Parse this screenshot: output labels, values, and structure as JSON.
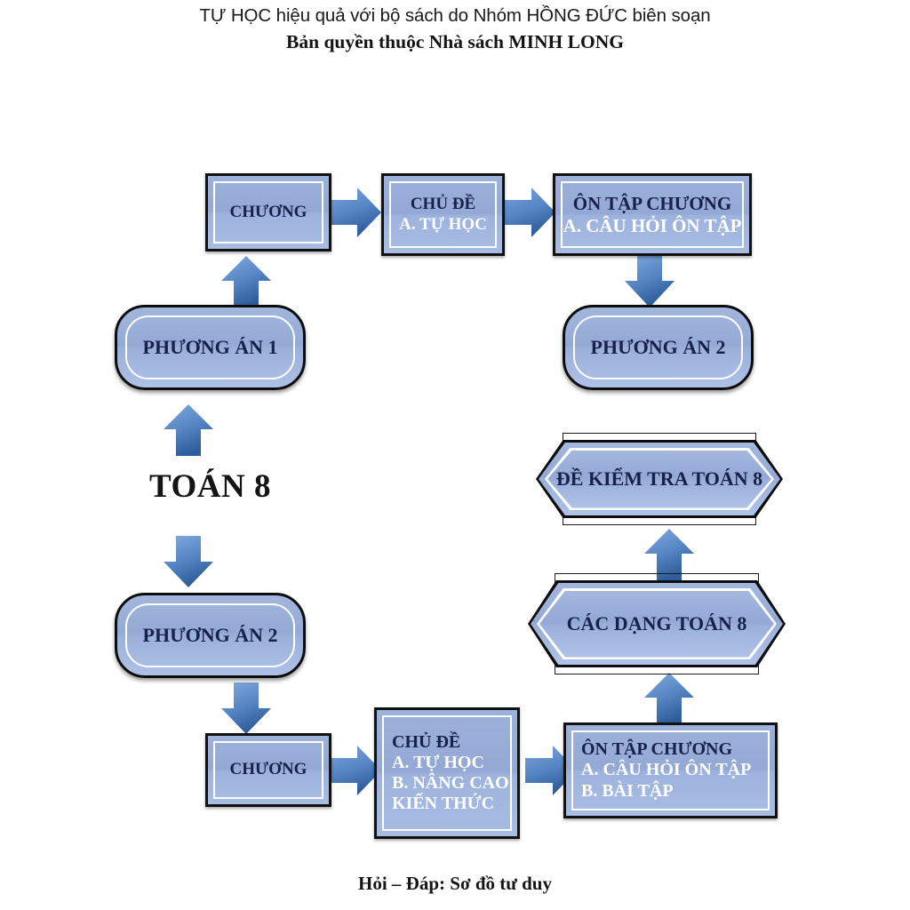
{
  "header": {
    "line1": "TỰ HỌC hiệu quả với bộ sách do Nhóm HỒNG ĐỨC biên soạn",
    "line2": "Bản quyền thuộc Nhà sách MINH LONG"
  },
  "caption": "Hỏi – Đáp: Sơ đồ tư duy",
  "center": {
    "label": "TOÁN 8"
  },
  "colors": {
    "node_fill": "#97add9",
    "node_border": "#0d0d0d",
    "node_inner_border": "#ffffff",
    "text_dark": "#17224a",
    "text_light": "#ffffff",
    "arrow_light": "#6f9ad4",
    "arrow_dark": "#33639f",
    "page_background": "#ffffff"
  },
  "nodes": {
    "chuong_top": {
      "label": "CHƯƠNG"
    },
    "chude_top": {
      "line1": "CHỦ ĐỀ",
      "line2": "A. TỰ HỌC"
    },
    "ontap_top": {
      "line1": "ÔN TẬP CHƯƠNG",
      "line2": "A. CÂU HỎI ÔN TẬP"
    },
    "phuongan_left": {
      "label": "PHƯƠNG ÁN 1"
    },
    "phuongan_right": {
      "label": "PHƯƠNG ÁN 2"
    },
    "phuongan_bottom_left": {
      "label": "PHƯƠNG ÁN 2"
    },
    "de_kiem_tra": {
      "label": "ĐỀ KIỂM TRA TOÁN 8"
    },
    "cac_dang": {
      "label": "CÁC DẠNG TOÁN 8"
    },
    "chuong_bottom": {
      "label": "CHƯƠNG"
    },
    "chude_bottom": {
      "line1": "CHỦ ĐỀ",
      "line2": "A. TỰ HỌC",
      "line3": "B. NÂNG CAO",
      "line4": "KIẾN THỨC"
    },
    "ontap_bottom": {
      "line1": "ÔN TẬP CHƯƠNG",
      "line2": "A. CÂU HỎI ÔN TẬP",
      "line3": "B. BÀI TẬP"
    }
  },
  "arrows": {
    "a1": {
      "direction": "right",
      "from": "chuong_top",
      "to": "chude_top"
    },
    "a2": {
      "direction": "right",
      "from": "chude_top",
      "to": "ontap_top"
    },
    "a3": {
      "direction": "up",
      "from": "phuongan_left",
      "to": "chuong_top"
    },
    "a4": {
      "direction": "down",
      "from": "ontap_top",
      "to": "phuongan_right"
    },
    "a5": {
      "direction": "up",
      "from": "center",
      "to": "phuongan_left"
    },
    "a6": {
      "direction": "down",
      "from": "center",
      "to": "phuongan_bottom_left"
    },
    "a7": {
      "direction": "down",
      "from": "phuongan_bottom_left",
      "to": "chuong_bottom"
    },
    "a8": {
      "direction": "right",
      "from": "chuong_bottom",
      "to": "chude_bottom"
    },
    "a9": {
      "direction": "right",
      "from": "chude_bottom",
      "to": "ontap_bottom"
    },
    "a10": {
      "direction": "up",
      "from": "ontap_bottom",
      "to": "cac_dang"
    },
    "a11": {
      "direction": "up",
      "from": "cac_dang",
      "to": "de_kiem_tra"
    }
  }
}
